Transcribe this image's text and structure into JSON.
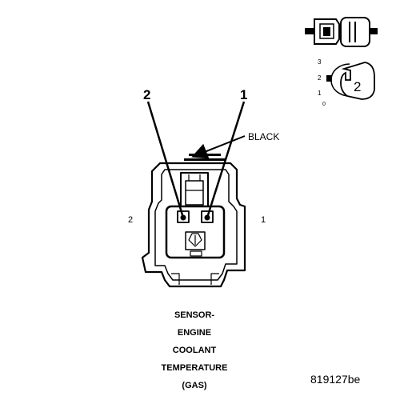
{
  "callouts": {
    "pin_left_number": "2",
    "pin_right_number": "1",
    "color_label": "BLACK",
    "side_left": "2",
    "side_right": "1"
  },
  "view_indicator": {
    "scale": [
      "3",
      "2",
      "1",
      "0"
    ],
    "view_number": "2"
  },
  "title_lines": [
    "SENSOR-",
    "ENGINE",
    "COOLANT",
    "TEMPERATURE",
    "(GAS)"
  ],
  "figure_id": "819127be",
  "colors": {
    "ink": "#000000",
    "paper": "#ffffff"
  }
}
